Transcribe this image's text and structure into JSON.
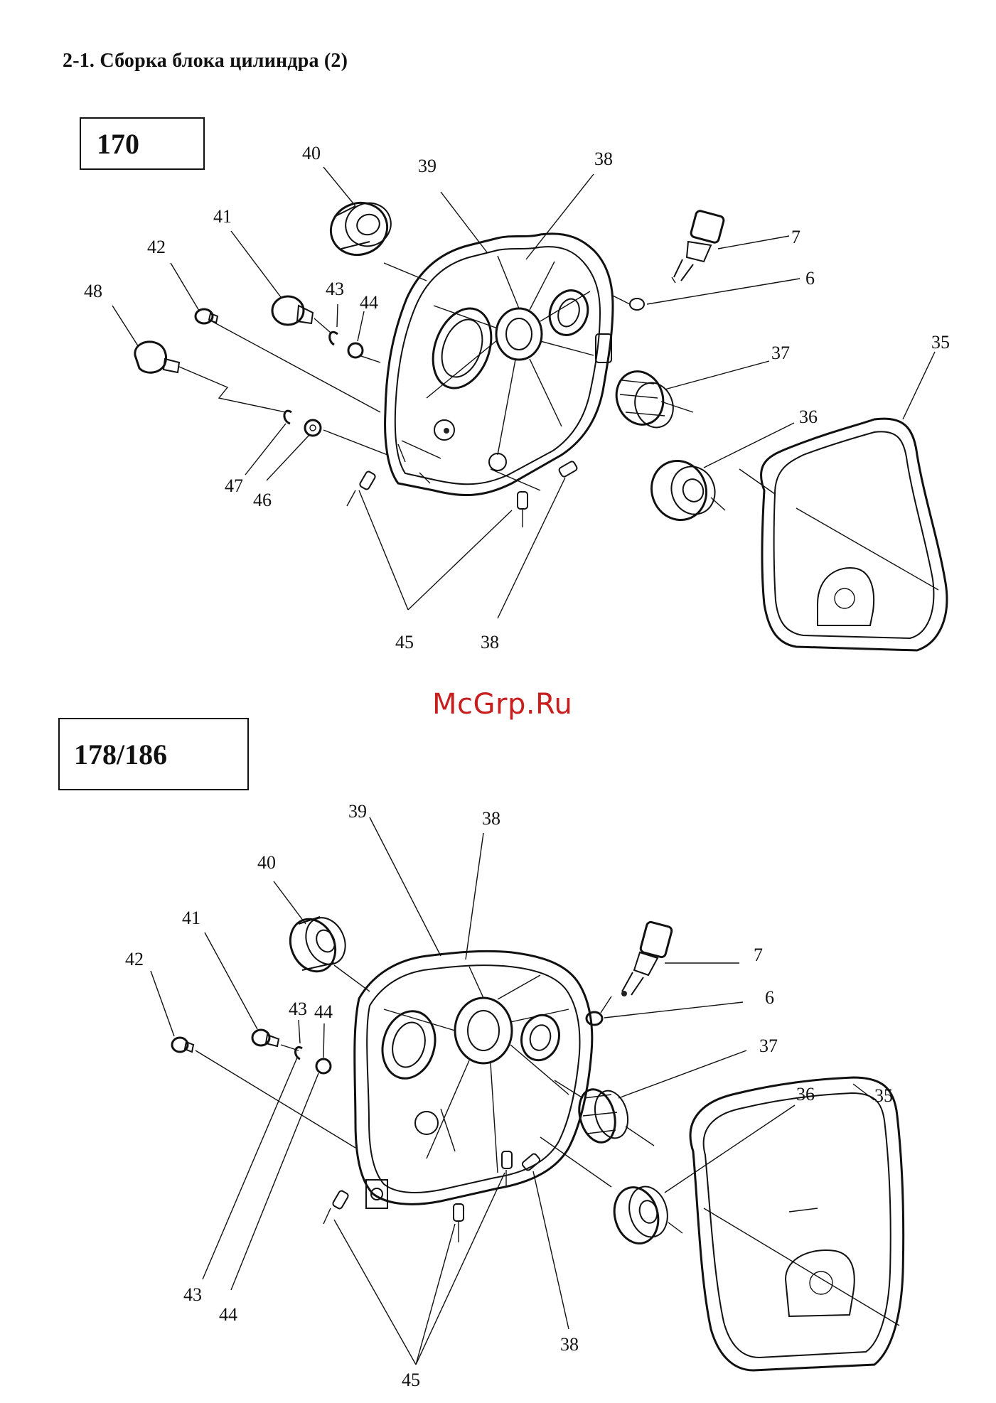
{
  "page": {
    "heading": "2-1. Сборка блока цилиндра (2)",
    "watermark": "McGrp.Ru"
  },
  "diagram_170": {
    "model_label": "170",
    "callouts": [
      "40",
      "39",
      "38",
      "7",
      "6",
      "41",
      "42",
      "43",
      "44",
      "48",
      "37",
      "35",
      "36",
      "47",
      "46",
      "45",
      "38"
    ]
  },
  "diagram_178": {
    "model_label": "178/186",
    "callouts": [
      "39",
      "38",
      "40",
      "7",
      "6",
      "41",
      "43",
      "44",
      "42",
      "37",
      "36",
      "35",
      "43",
      "44",
      "38",
      "45"
    ]
  }
}
